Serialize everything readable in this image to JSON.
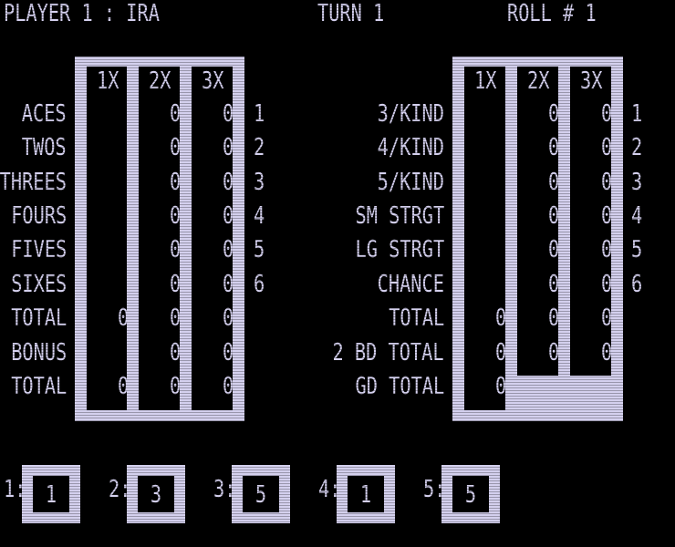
{
  "header": {
    "player": "PLAYER 1 : IRA",
    "turn": "TURN 1",
    "roll": "ROLL # 1"
  },
  "upper": {
    "columns": [
      "1X",
      "2X",
      "3X"
    ],
    "rows": [
      {
        "label": "ACES",
        "c1": "",
        "c2": "0",
        "c3": "0",
        "num": "1"
      },
      {
        "label": "TWOS",
        "c1": "",
        "c2": "0",
        "c3": "0",
        "num": "2"
      },
      {
        "label": "THREES",
        "c1": "",
        "c2": "0",
        "c3": "0",
        "num": "3"
      },
      {
        "label": "FOURS",
        "c1": "",
        "c2": "0",
        "c3": "0",
        "num": "4"
      },
      {
        "label": "FIVES",
        "c1": "",
        "c2": "0",
        "c3": "0",
        "num": "5"
      },
      {
        "label": "SIXES",
        "c1": "",
        "c2": "0",
        "c3": "0",
        "num": "6"
      },
      {
        "label": "TOTAL",
        "c1": "0",
        "c2": "0",
        "c3": "0",
        "num": ""
      },
      {
        "label": "BONUS",
        "c1": "",
        "c2": "0",
        "c3": "0",
        "num": ""
      },
      {
        "label": "TOTAL",
        "c1": "0",
        "c2": "0",
        "c3": "0",
        "num": ""
      }
    ]
  },
  "lower": {
    "columns": [
      "1X",
      "2X",
      "3X"
    ],
    "rows": [
      {
        "label": "3/KIND",
        "c1": "",
        "c2": "0",
        "c3": "0",
        "num": "1"
      },
      {
        "label": "4/KIND",
        "c1": "",
        "c2": "0",
        "c3": "0",
        "num": "2"
      },
      {
        "label": "5/KIND",
        "c1": "",
        "c2": "0",
        "c3": "0",
        "num": "3"
      },
      {
        "label": "SM STRGT",
        "c1": "",
        "c2": "0",
        "c3": "0",
        "num": "4"
      },
      {
        "label": "LG STRGT",
        "c1": "",
        "c2": "0",
        "c3": "0",
        "num": "5"
      },
      {
        "label": "CHANCE",
        "c1": "",
        "c2": "0",
        "c3": "0",
        "num": "6"
      },
      {
        "label": "TOTAL",
        "c1": "0",
        "c2": "0",
        "c3": "0",
        "num": ""
      },
      {
        "label": "2 BD TOTAL",
        "c1": "0",
        "c2": "0",
        "c3": "0",
        "num": ""
      },
      {
        "label": "GD TOTAL",
        "c1": "0",
        "c2": "",
        "c3": "",
        "num": ""
      }
    ]
  },
  "dice": [
    {
      "label": "1:",
      "value": "1"
    },
    {
      "label": "2:",
      "value": "3"
    },
    {
      "label": "3:",
      "value": "5"
    },
    {
      "label": "4:",
      "value": "1"
    },
    {
      "label": "5:",
      "value": "5"
    }
  ]
}
